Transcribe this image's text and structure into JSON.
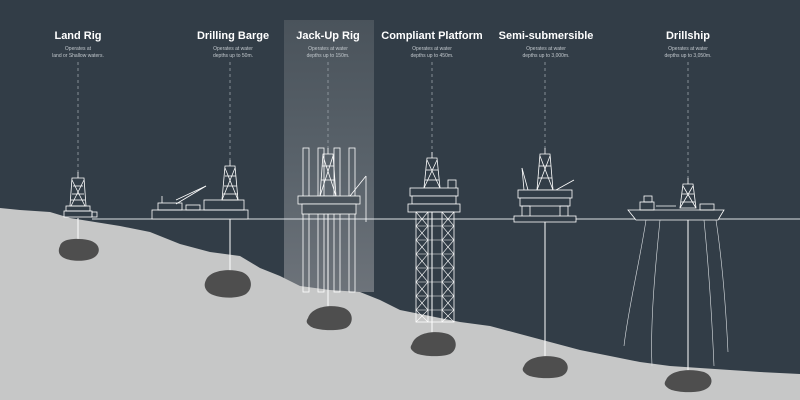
{
  "rigs": [
    {
      "title": "Land Rig",
      "description": "Operates at\nland or Shallow waters."
    },
    {
      "title": "Drilling Barge",
      "description": "Operates at water\ndepths up to 50m."
    },
    {
      "title": "Jack-Up Rig",
      "description": "Operates at water\ndepths up to 150m."
    },
    {
      "title": "Compliant Platform",
      "description": "Operates at water\ndepths up to 450m."
    },
    {
      "title": "Semi-submersible",
      "description": "Operates at water\ndepths up to 3,000m."
    },
    {
      "title": "Drillship",
      "description": "Operates at water\ndepths up to 3,050m."
    }
  ],
  "highlighted_rig": "Jack-Up Rig",
  "colors": {
    "water": "#323d47",
    "seabed": "#c6c7c7",
    "structure": "#ffffff",
    "reservoir": "#4e4e4e",
    "highlight": "#5a636b",
    "leader_line": "#9aa2a9"
  }
}
